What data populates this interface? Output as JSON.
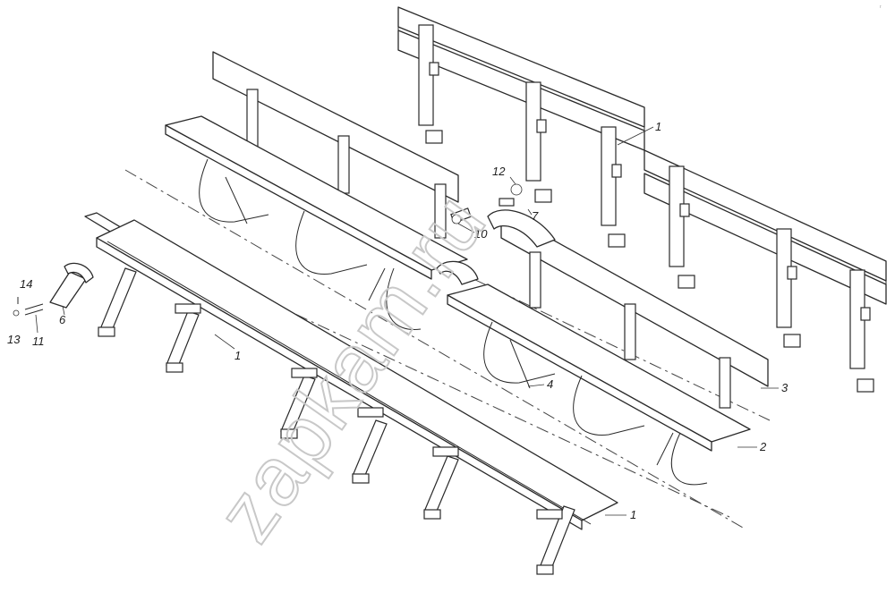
{
  "watermark": "zapkam.ru",
  "corner_mark": "r",
  "callouts": [
    "1",
    "1",
    "1",
    "2",
    "3",
    "4",
    "6",
    "7",
    "10",
    "11",
    "12",
    "13",
    "14"
  ]
}
